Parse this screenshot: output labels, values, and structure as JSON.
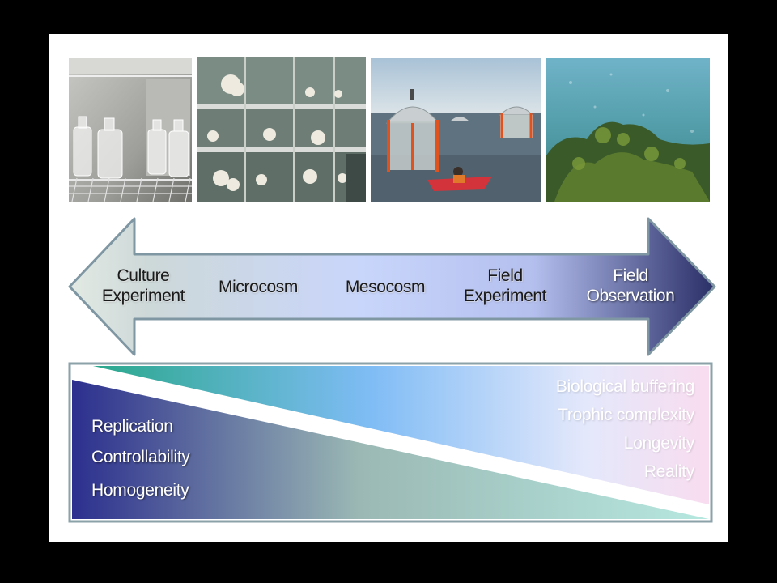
{
  "photos": [
    {
      "name": "culture-photo",
      "icon": "lab-incubator-bottles-image"
    },
    {
      "name": "microcosm-photo",
      "icon": "aquarium-shelves-image"
    },
    {
      "name": "mesocosm-photo",
      "icon": "sea-enclosures-boat-image"
    },
    {
      "name": "field-photo",
      "icon": "underwater-seaweed-image"
    }
  ],
  "arrow": {
    "labels": [
      {
        "lines": [
          "Culture",
          "Experiment"
        ]
      },
      {
        "lines": [
          "Microcosm"
        ]
      },
      {
        "lines": [
          "Mesocosm"
        ]
      },
      {
        "lines": [
          "Field",
          "Experiment"
        ]
      },
      {
        "lines": [
          "Field",
          "Observation"
        ]
      }
    ],
    "colors": {
      "start": "#e3eae4",
      "middle": "#c9d6fb",
      "end": "#2a2f67",
      "outline": "#7f97a3"
    }
  },
  "tradeoff": {
    "left_properties": [
      "Replication",
      "Controllability",
      "Homogeneity"
    ],
    "right_properties": [
      "Biological buffering",
      "Trophic complexity",
      "Longevity",
      "Reality"
    ],
    "colors": {
      "dark_blue": "#2c2f8e",
      "teal": "#2aa88c",
      "sky": "#7fbcf5",
      "pink": "#f9dcef",
      "border": "#8aa2a8"
    }
  }
}
